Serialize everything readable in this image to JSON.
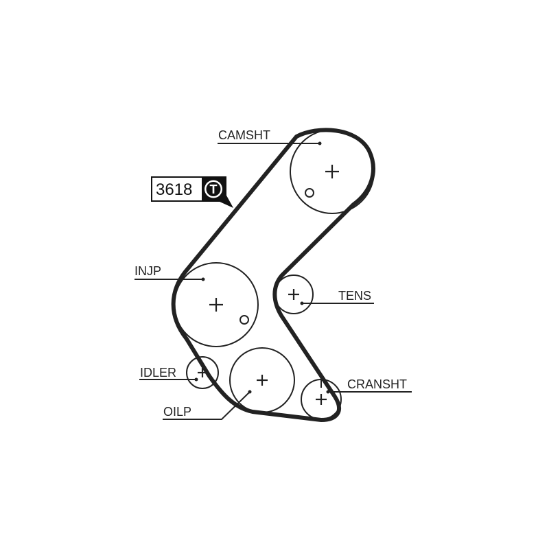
{
  "labels": {
    "camshaft": "CAMSHT",
    "injection_pump": "INJP",
    "tensioner": "TENS",
    "idler": "IDLER",
    "oil_pump": "OILP",
    "crankshaft": "CRANSHT"
  },
  "belt_code": {
    "number": "3618",
    "badge_letter": "T"
  },
  "colors": {
    "line": "#222222",
    "badge_bg": "#111111",
    "background": "#ffffff"
  }
}
